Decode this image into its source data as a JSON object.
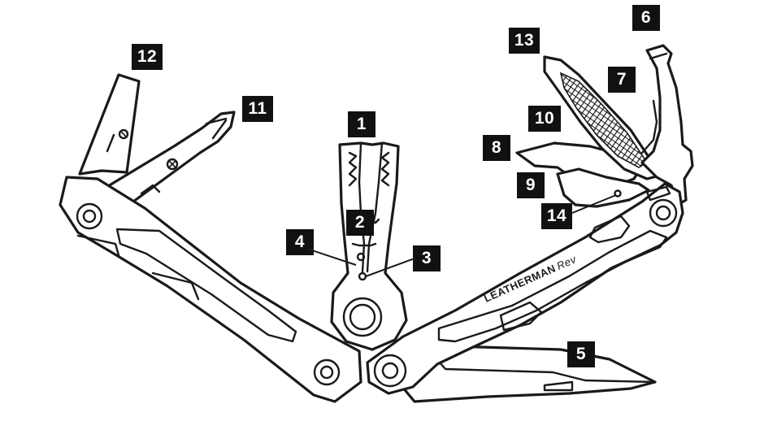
{
  "brand": {
    "name": "LEATHERMAN",
    "model": "Rev"
  },
  "callouts": [
    "1",
    "2",
    "3",
    "4",
    "5",
    "6",
    "7",
    "8",
    "9",
    "10",
    "11",
    "12",
    "13",
    "14"
  ]
}
